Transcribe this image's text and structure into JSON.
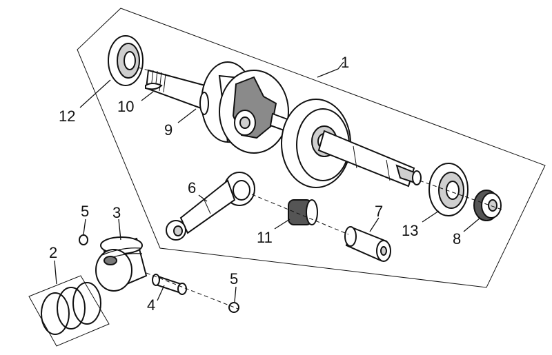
{
  "callouts": {
    "c1": "1",
    "c2": "2",
    "c3": "3",
    "c4": "4",
    "c5a": "5",
    "c5b": "5",
    "c6": "6",
    "c7": "7",
    "c8": "8",
    "c9": "9",
    "c10": "10",
    "c11": "11",
    "c12": "12",
    "c13": "13"
  },
  "colors": {
    "ink": "#111111",
    "fill_light": "#ffffff",
    "fill_mid": "#cfcfcf",
    "fill_dark": "#7a7a7a"
  }
}
